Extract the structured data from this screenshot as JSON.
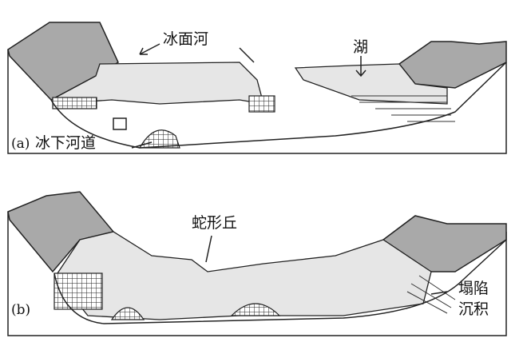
{
  "panel_a": {
    "label": "(a)",
    "labels": {
      "supraglacial_river": "冰面河",
      "lake": "湖",
      "subglacial_channel": "冰下河道"
    }
  },
  "panel_b": {
    "label": "(b)",
    "labels": {
      "esker": "蛇形丘",
      "collapse_line1": "塌陷",
      "collapse_line2": "沉积"
    }
  }
}
